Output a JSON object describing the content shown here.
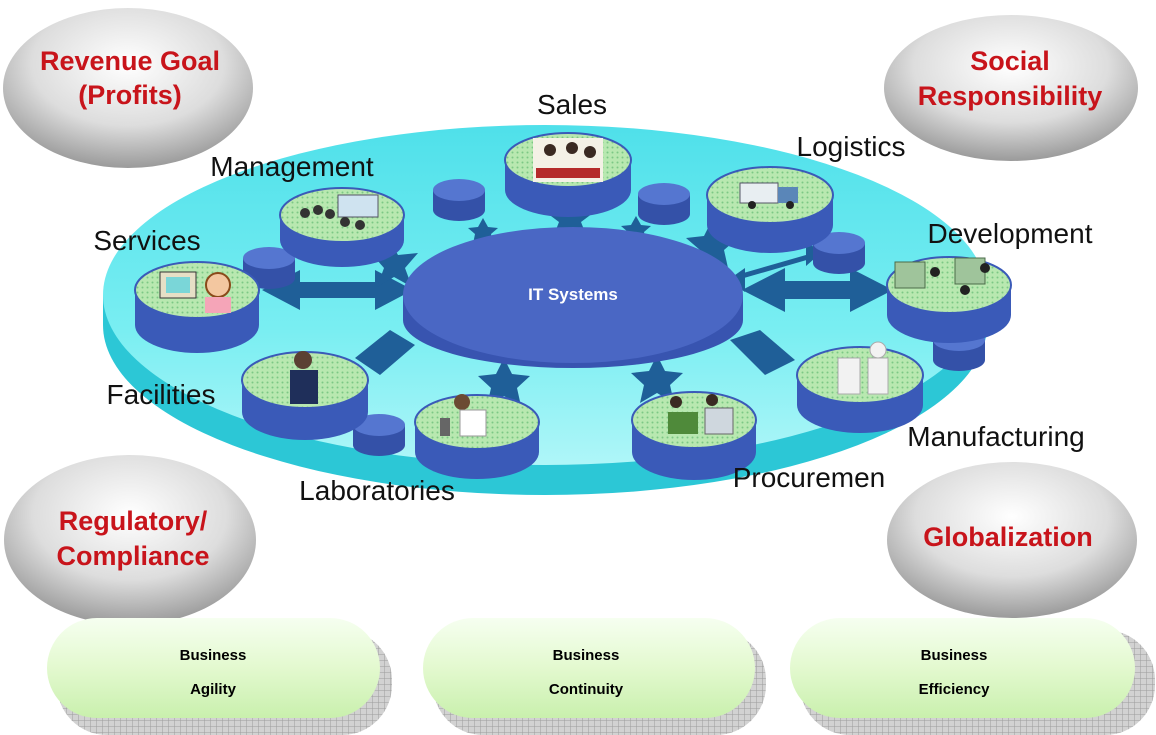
{
  "center": {
    "label": "IT Systems"
  },
  "departments": {
    "sales": "Sales",
    "logistics": "Logistics",
    "management": "Management",
    "services": "Services",
    "development": "Development",
    "facilities": "Facilities",
    "manufacturing": "Manufacturing",
    "laboratories": "Laboratories",
    "procurement": "Procuremen"
  },
  "corners": {
    "revenue_line1": "Revenue Goal",
    "revenue_line2": "(Profits)",
    "social_line1": "Social",
    "social_line2": "Responsibility",
    "regulatory_line1": "Regulatory/",
    "regulatory_line2": "Compliance",
    "globalization": "Globalization"
  },
  "pillars": {
    "agility_line1": "Business",
    "agility_line2": "Agility",
    "continuity_line1": "Business",
    "continuity_line2": "Continuity",
    "efficiency_line1": "Business",
    "efficiency_line2": "Efficiency"
  },
  "colors": {
    "platform": "#5ee6ee",
    "hub": "#4a67c4",
    "arrow": "#1f5f98",
    "corner_text": "#c8141b",
    "pill_fill": "#e9fbd8"
  }
}
